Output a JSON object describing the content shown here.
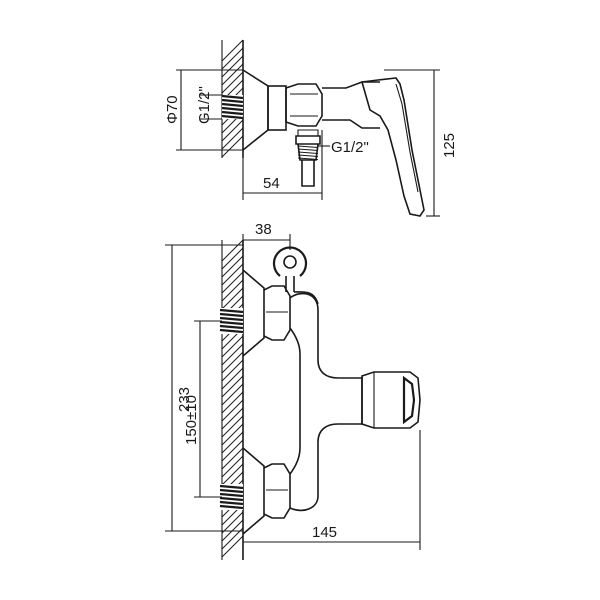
{
  "side_view": {
    "diameter_label": "Φ70",
    "inlet_thread_label": "G1/2\"",
    "outlet_thread_label": "G1/2\"",
    "depth_label": "54",
    "height_label": "125"
  },
  "front_view": {
    "holder_label": "38",
    "height_label": "233",
    "spacing_label": "150±10",
    "width_label": "145"
  }
}
